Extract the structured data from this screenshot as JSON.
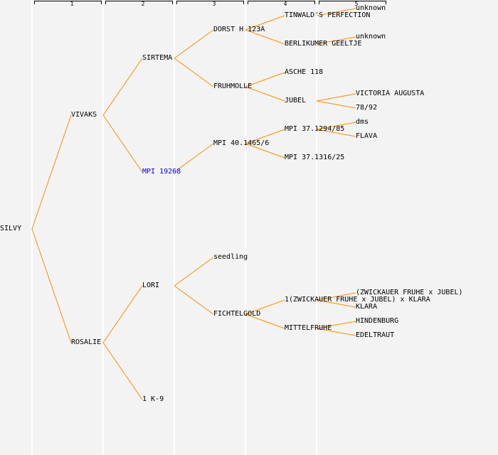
{
  "colors": {
    "line": "#ff8c00",
    "link": "#0000ff"
  },
  "generations": [
    "1",
    "2",
    "3",
    "4",
    "5"
  ],
  "tree": {
    "name": "SILVY",
    "parents": [
      {
        "name": "VIVAKS",
        "parents": [
          {
            "name": "SIRTEMA",
            "parents": [
              {
                "name": "DORST H 123A",
                "parents": [
                  {
                    "name": "TINWALD'S PERFECTION",
                    "parents": [
                      {
                        "name": "unknown"
                      },
                      null
                    ]
                  },
                  {
                    "name": "BERLIKUMER GEELTJE",
                    "parents": [
                      {
                        "name": "unknown"
                      },
                      null
                    ]
                  }
                ]
              },
              {
                "name": "FRUHMOLLE",
                "parents": [
                  {
                    "name": "ASCHE 118"
                  },
                  {
                    "name": "JUBEL",
                    "parents": [
                      {
                        "name": "VICTORIA AUGUSTA"
                      },
                      {
                        "name": "78/92"
                      }
                    ]
                  }
                ]
              }
            ]
          },
          {
            "name": "MPI 19268",
            "link": true,
            "parents": [
              {
                "name": "MPI 40.1465/6",
                "parents": [
                  {
                    "name": "MPI 37.1294/85",
                    "parents": [
                      {
                        "name": "dms"
                      },
                      {
                        "name": "FLAVA"
                      }
                    ]
                  },
                  {
                    "name": "MPI 37.1316/25"
                  }
                ]
              },
              null
            ]
          }
        ]
      },
      {
        "name": "ROSALIE",
        "parents": [
          {
            "name": "LORI",
            "parents": [
              {
                "name": "seedling"
              },
              {
                "name": "FICHTELGOLD",
                "parents": [
                  {
                    "name": "1(ZWICKAUER FRUHE x JUBEL) x KLARA",
                    "parents": [
                      {
                        "name": "(ZWICKAUER FRUHE x JUBEL)"
                      },
                      {
                        "name": "KLARA"
                      }
                    ]
                  },
                  {
                    "name": "MITTELFRUHE",
                    "parents": [
                      {
                        "name": "HINDENBURG"
                      },
                      {
                        "name": "EDELTRAUT"
                      }
                    ]
                  }
                ]
              }
            ]
          },
          {
            "name": "1 K-9"
          }
        ]
      }
    ]
  }
}
